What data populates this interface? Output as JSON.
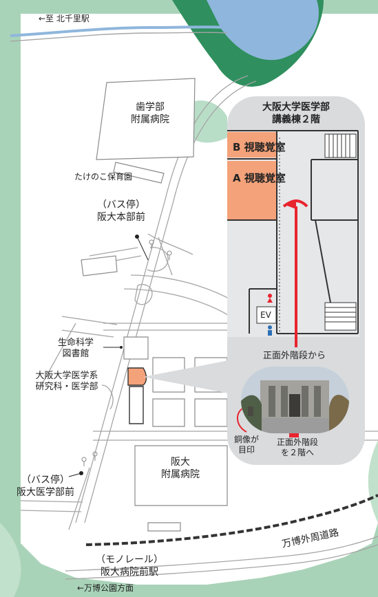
{
  "labels": {
    "north_senri_station": "←至 北千里駅",
    "dental_hospital": [
      "歯学部",
      "附属病院"
    ],
    "nursery": "たけのこ保育園",
    "bus_stop_honbu": [
      "（バス停）",
      "阪大本部前"
    ],
    "life_science_library": [
      "生命科学",
      "図書館"
    ],
    "med_school": [
      "大阪大学医学系",
      "研究科・医学部"
    ],
    "university_hospital": [
      "阪大",
      "附属病院"
    ],
    "bus_stop_igakubu": [
      "（バス停）",
      "阪大医学部前"
    ],
    "monorail_station": [
      "（モノレール）",
      "阪大病院前駅"
    ],
    "expo_park": "←万博公園方面",
    "expo_road": "万博外周道路"
  },
  "inset": {
    "title": [
      "大阪大学医学部",
      "講義棟２階"
    ],
    "room_b": "B 視聴覚室",
    "room_a": "A 視聴覚室",
    "elevator": "EV",
    "front_stairs": "正面外階段から",
    "statue_note": [
      "銅像が",
      "目印"
    ],
    "stairs_note": [
      "正面外階段",
      "を２階へ"
    ]
  },
  "colors": {
    "background": "#a9d3b8",
    "map_ground": "#ffffff",
    "building_outline": "#8a8a8a",
    "highlight_building": "#f4a27a",
    "route_arrow": "#e8242f",
    "inset_panel": "#d9dbdd",
    "pond": "#8fb6dc",
    "forest": "#2f8f5e"
  }
}
